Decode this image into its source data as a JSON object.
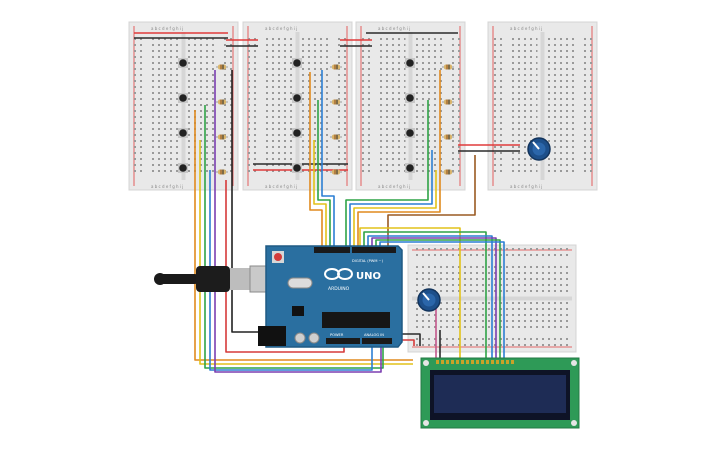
{
  "colors": {
    "breadboard": "#e9e9e9",
    "breadboard_edge": "#d4d4d4",
    "rail_red": "#e03b3b",
    "rail_black": "#2b2b2b",
    "arduino_board": "#2a6fa0",
    "arduino_dark": "#1f5a84",
    "lcd_board": "#2e9a57",
    "lcd_screen": "#1e2c55",
    "lcd_bezel": "#0e1326",
    "pot_body": "#1d4f8a",
    "wire_orange": "#e08a1e",
    "wire_yellow": "#e2c21a",
    "wire_green": "#2fa347",
    "wire_blue": "#2c7fd3",
    "wire_purple": "#7b3fb0",
    "wire_red": "#d63a3a",
    "wire_black": "#222222",
    "wire_brown": "#9a5a22",
    "wire_pink": "#c2568c"
  },
  "arduino": {
    "brand": "UNO",
    "logo_text": "ARDUINO",
    "digital_label": "DIGITAL (PWM ~)",
    "analog_label": "ANALOG IN",
    "power_label": "POWER"
  },
  "breadboard_columns": "a b c d e   f g h i j",
  "components": {
    "pushbuttons": 12,
    "resistors": 12,
    "potentiometers": 2,
    "lcd": "16x2 LCD"
  }
}
